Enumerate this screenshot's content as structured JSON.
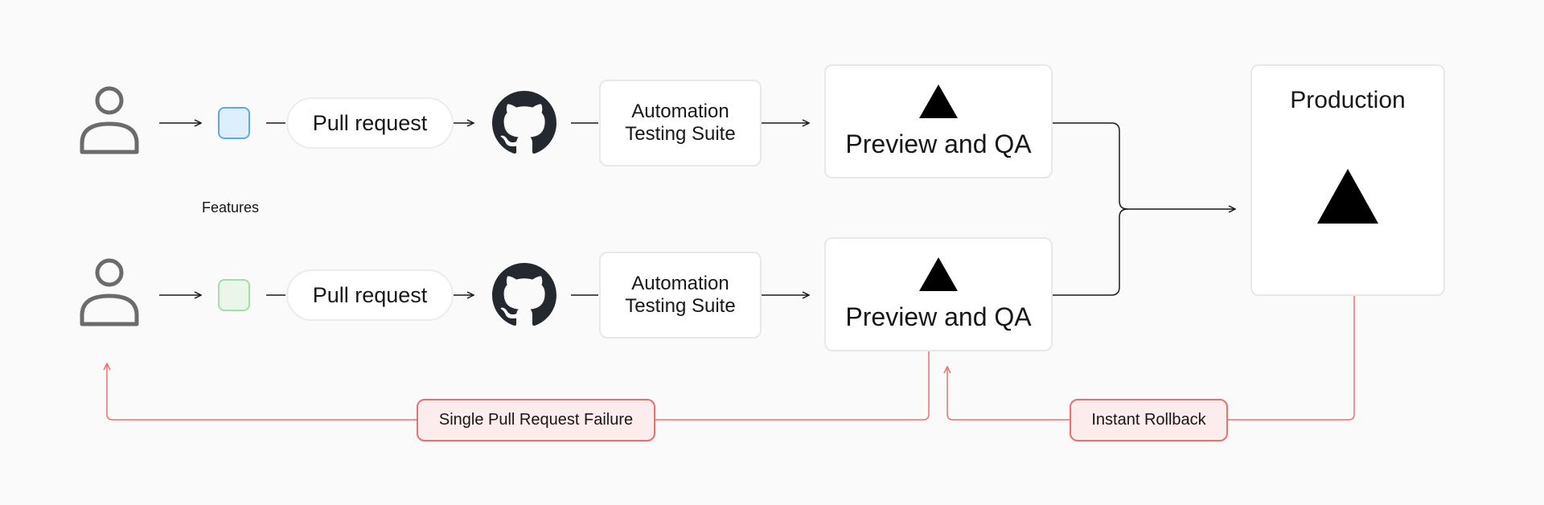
{
  "rows": [
    {
      "feature_color": "blue",
      "pull_request_label": "Pull request",
      "suite_label": "Automation\nTesting Suite",
      "preview_label": "Preview and QA"
    },
    {
      "feature_color": "green",
      "pull_request_label": "Pull request",
      "suite_label": "Automation\nTesting Suite",
      "preview_label": "Preview and QA"
    }
  ],
  "features_label": "Features",
  "production_label": "Production",
  "failure_badge": "Single Pull Request Failure",
  "rollback_badge": "Instant Rollback",
  "colors": {
    "line": "#1a1a1a",
    "failure_line": "#ee6e6e",
    "feature_blue_fill": "#ddeefc",
    "feature_blue_border": "#5fa8ec",
    "feature_green_fill": "#eaf6ea",
    "feature_green_border": "#a6dca8",
    "user_icon": "#6b6b6b",
    "github_icon": "#24292f"
  },
  "icons": [
    "user-icon",
    "github-icon",
    "vercel-triangle-icon"
  ]
}
